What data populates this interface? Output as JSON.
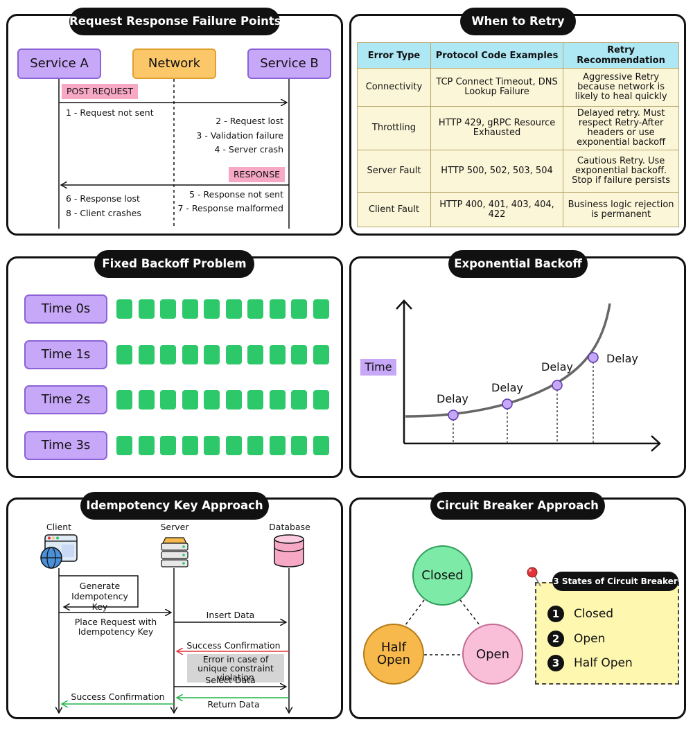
{
  "panels": {
    "failure": {
      "title": "Request Response Failure Points",
      "service_a": "Service A",
      "network": "Network",
      "service_b": "Service B",
      "post_request": "POST REQUEST",
      "response": "RESPONSE",
      "points": {
        "p1": "1 - Request not sent",
        "p2": "2 - Request lost",
        "p3": "3 - Validation failure",
        "p4": "4 - Server crash",
        "p5": "5 - Response not sent",
        "p6": "6 - Response lost",
        "p7": "7 - Response malformed",
        "p8": "8 - Client crashes"
      }
    },
    "retry": {
      "title": "When to Retry",
      "headers": [
        "Error Type",
        "Protocol Code Examples",
        "Retry Recommendation"
      ],
      "rows": [
        [
          "Connectivity",
          "TCP Connect Timeout, DNS Lookup Failure",
          "Aggressive Retry because network is likely to heal quickly"
        ],
        [
          "Throttling",
          "HTTP 429, gRPC Resource Exhausted",
          "Delayed retry. Must respect Retry-After headers or use exponential backoff"
        ],
        [
          "Server Fault",
          "HTTP 500, 502, 503, 504",
          "Cautious Retry. Use exponential backoff. Stop if failure persists"
        ],
        [
          "Client Fault",
          "HTTP 400, 401, 403, 404, 422",
          "Business logic rejection is permanent"
        ]
      ]
    },
    "fixed": {
      "title": "Fixed Backoff Problem",
      "times": [
        "Time 0s",
        "Time 1s",
        "Time 2s",
        "Time 3s"
      ],
      "requests_per_row": 10
    },
    "exponential": {
      "title": "Exponential Backoff",
      "ylabel": "Time",
      "delay_label": "Delay"
    },
    "idempotency": {
      "title": "Idempotency Key Approach",
      "actors": {
        "client": "Client",
        "server": "Server",
        "database": "Database"
      },
      "generate_key": "Generate Idempotency Key",
      "place_request": "Place Request with Idempotency Key",
      "insert_data": "Insert Data",
      "success_confirmation_db": "Success Confirmation",
      "error_note": "Error in case of unique constraint violation",
      "select_data": "Select Data",
      "success_confirmation_client": "Success Confirmation",
      "return_data": "Return Data"
    },
    "circuit": {
      "title": "Circuit Breaker Approach",
      "closed": "Closed",
      "half_open": "Half Open",
      "open": "Open",
      "note_title": "3 States of Circuit Breaker",
      "states": [
        "Closed",
        "Open",
        "Half Open"
      ],
      "state_numbers": [
        "1",
        "2",
        "3"
      ]
    }
  },
  "colors": {
    "purple": "#c7a7f7",
    "orange": "#fcc769",
    "pink_tag": "#f7a8c5",
    "green": "#2dc86a",
    "table_header": "#aee8f5",
    "table_cell": "#fbf6d8",
    "closed": "#7eeaa8",
    "half_open": "#f8b94c",
    "open": "#f9bfd9",
    "red_arrow": "#e0343a",
    "green_arrow": "#22b24c"
  }
}
